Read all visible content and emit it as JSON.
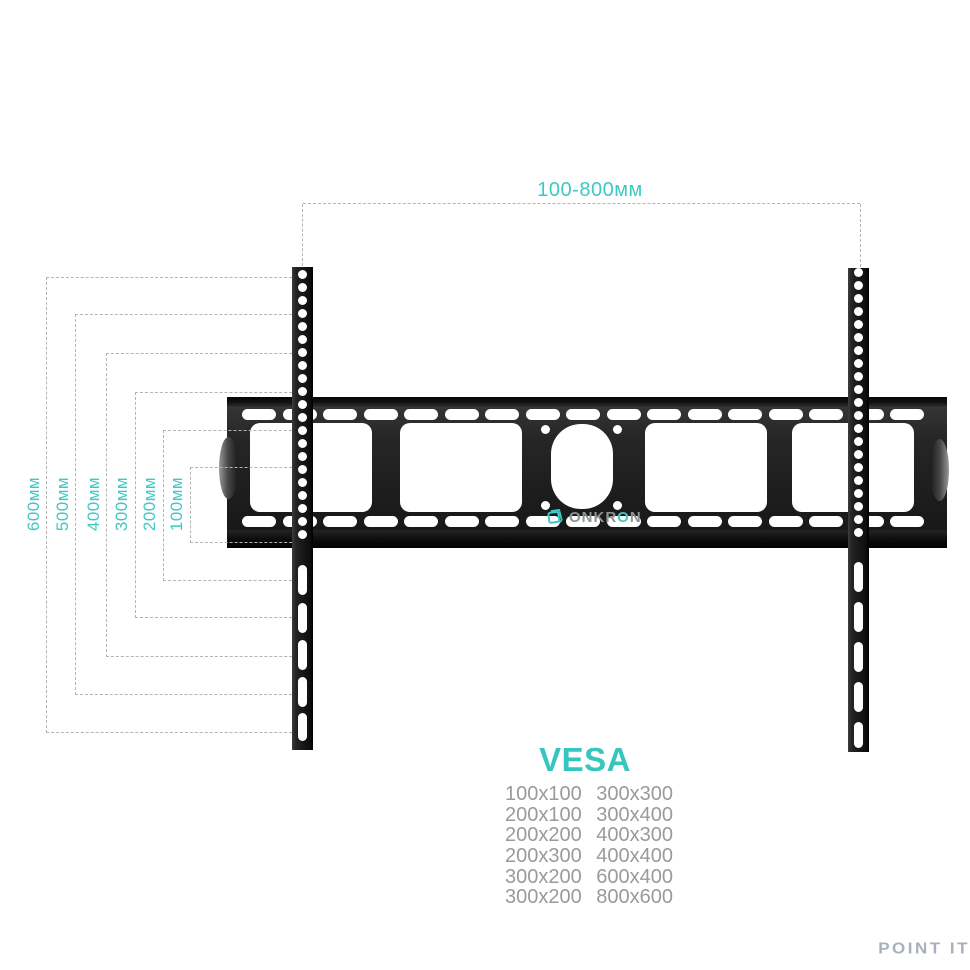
{
  "colors": {
    "accent_teal": "#3fc9c4",
    "table_gray": "#9a9a9a",
    "dash_gray": "#b4b4b4",
    "watermark_gray": "#a9afbf"
  },
  "top_dimension": {
    "label": "100-800мм"
  },
  "left_dimensions": [
    {
      "label": "600мм"
    },
    {
      "label": "500мм"
    },
    {
      "label": "400мм"
    },
    {
      "label": "300мм"
    },
    {
      "label": "200мм"
    },
    {
      "label": "100мм"
    }
  ],
  "mount": {
    "brand_pre": "ONKR",
    "brand_accent": "O",
    "brand_post": "N",
    "logo_icon": "onkron-cube-icon"
  },
  "vesa": {
    "title": "VESA",
    "rows": [
      [
        "100x100",
        "300x300"
      ],
      [
        "200x100",
        "300x400"
      ],
      [
        "200x200",
        "400x300"
      ],
      [
        "200x300",
        "400x400"
      ],
      [
        "300x200",
        "600x400"
      ],
      [
        "300x200",
        "800x600"
      ]
    ]
  },
  "watermark": {
    "label": "POINT IT"
  }
}
